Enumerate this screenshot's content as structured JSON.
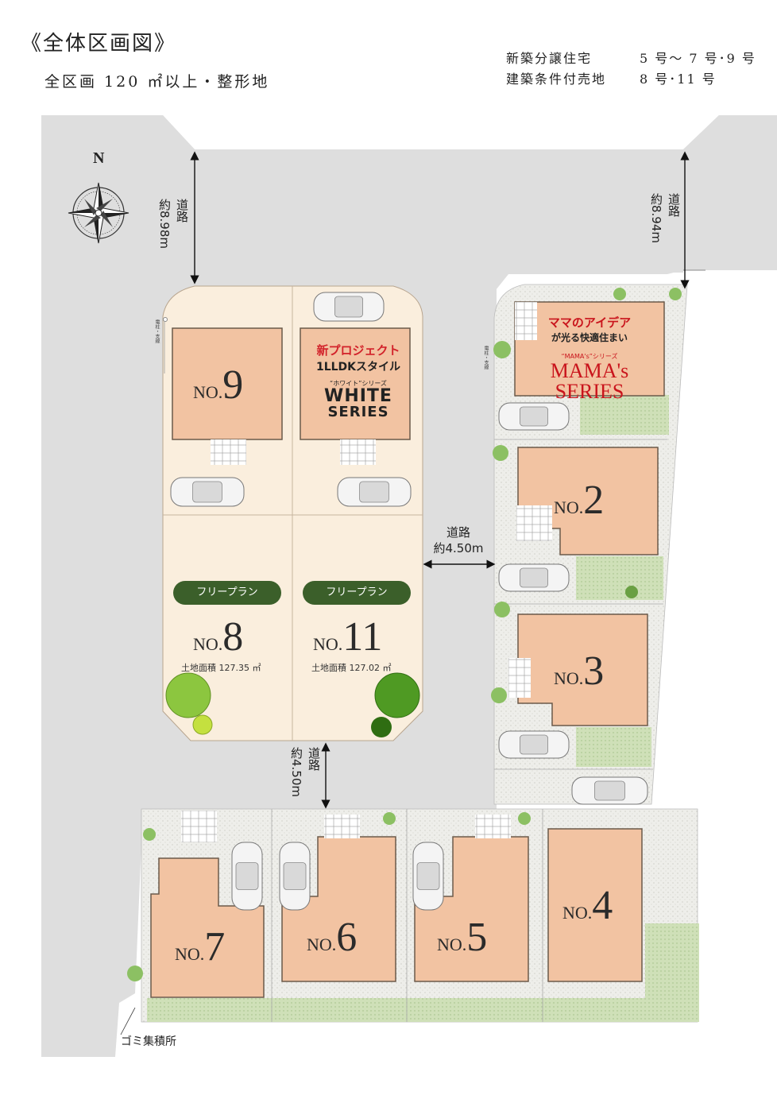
{
  "header": {
    "title": "《全体区画図》",
    "subtitle": "全区画 120 ㎡以上・整形地",
    "info": [
      {
        "label": "新築分譲住宅",
        "value": "5 号～ 7 号･9 号"
      },
      {
        "label": "建築条件付売地",
        "value": "8 号･11 号"
      }
    ]
  },
  "compass": {
    "label": "N"
  },
  "roads": {
    "west_width": "道路\n約8.98m",
    "east_width": "道路\n約8.94m",
    "center_width": "道路\n約4.50m",
    "south_width": "道路\n約4.50m"
  },
  "plots": {
    "no9": {
      "prefix": "NO.",
      "number": "9"
    },
    "no8": {
      "prefix": "NO.",
      "number": "8",
      "badge": "フリープラン",
      "area": "土地面積 127.35 ㎡"
    },
    "no11": {
      "prefix": "NO.",
      "number": "11",
      "badge": "フリープラン",
      "area": "土地面積 127.02 ㎡"
    },
    "no2": {
      "prefix": "NO.",
      "number": "2"
    },
    "no3": {
      "prefix": "NO.",
      "number": "3"
    },
    "no4": {
      "prefix": "NO.",
      "number": "4"
    },
    "no5": {
      "prefix": "NO.",
      "number": "5"
    },
    "no6": {
      "prefix": "NO.",
      "number": "6"
    },
    "no7": {
      "prefix": "NO.",
      "number": "7"
    }
  },
  "promo_white": {
    "line1": "新プロジェクト",
    "line2": "1LLDKスタイル",
    "line3": "“ホワイト”シリーズ",
    "line4": "WHITE",
    "line5": "SERIES"
  },
  "promo_mama": {
    "line1": "ママのアイデア",
    "line2": "が光る快適住まい",
    "line3": "“MAMA's”シリーズ",
    "line4": "MAMA's SERIES"
  },
  "pole_label": "電柱・支線",
  "gomi": "ゴミ集積所",
  "colors": {
    "road": "#dedede",
    "lot": "#faeedd",
    "building": "#f2c3a2",
    "building_stroke": "#6b5a4a",
    "lawn": "#c9dcb0",
    "paving": "#ececec",
    "badge": "#3b5f2a"
  }
}
